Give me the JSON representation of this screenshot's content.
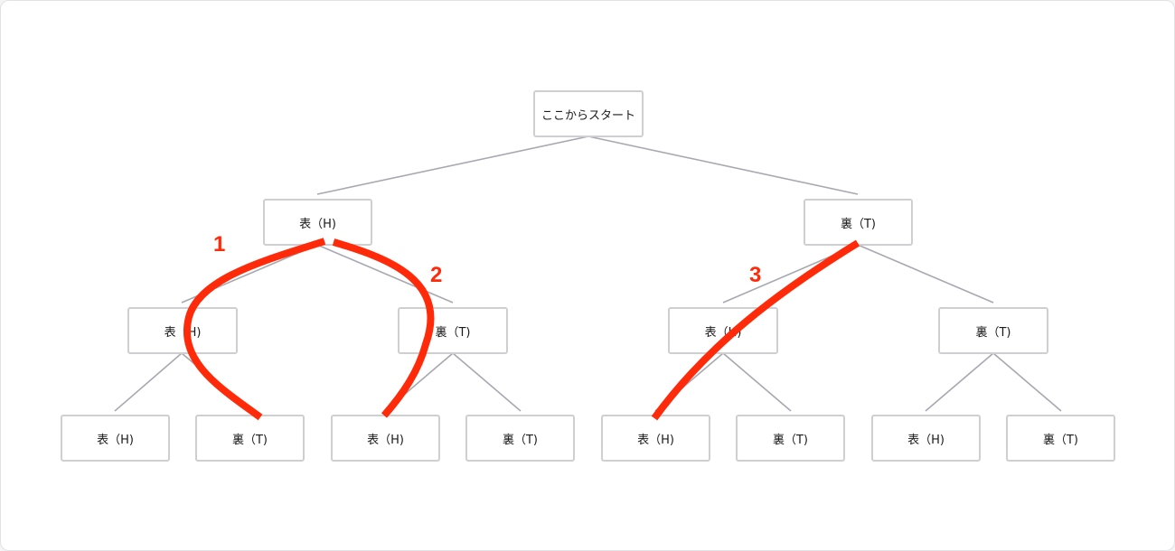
{
  "colors": {
    "line": "#a8a8b0",
    "path": "#ff2a0a",
    "box_border": "#cfcfd2"
  },
  "tree": {
    "root": "ここからスタート",
    "level1": [
      "表（H)",
      "裏（T)"
    ],
    "level2": [
      "表（H)",
      "裏（T)",
      "表（H)",
      "裏（T)"
    ],
    "level3": [
      "表（H)",
      "裏（T)",
      "表（H)",
      "裏（T)",
      "表（H)",
      "裏（T)",
      "表（H)",
      "裏（T)"
    ]
  },
  "paths": [
    {
      "label": "1",
      "sequence": [
        "表（H)",
        "表（H)",
        "裏（T)"
      ]
    },
    {
      "label": "2",
      "sequence": [
        "表（H)",
        "裏（T)",
        "表（H)"
      ]
    },
    {
      "label": "3",
      "sequence": [
        "裏（T)",
        "表（H)",
        "表（H)"
      ]
    }
  ]
}
